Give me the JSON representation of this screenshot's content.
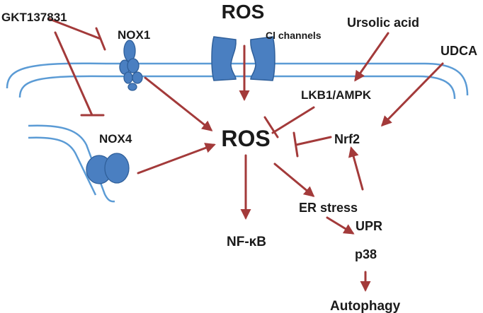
{
  "labels": {
    "ros_top": "ROS",
    "cl_channels": "Cl channels",
    "gkt": "GKT137831",
    "nox1": "NOX1",
    "nox4": "NOX4",
    "ursolic_acid": "Ursolic acid",
    "udca": "UDCA",
    "lkb1_ampk": "LKB1/AMPK",
    "ros_center": "ROS",
    "nrf2": "Nrf2",
    "er_stress": "ER stress",
    "upr": "UPR",
    "nfkb": "NF-κB",
    "p38": "p38",
    "autophagy": "Autophagy"
  },
  "colors": {
    "membrane": "#5b9bd5",
    "protein_fill": "#4a7fc1",
    "protein_stroke": "#2f5f9a",
    "arrow": "#a33a3a",
    "text": "#1a1a1a"
  },
  "icons": {
    "membrane": "cell-membrane",
    "channel": "chloride-channel-shape",
    "nox1": "nox1-enzyme-shape",
    "nox4": "nox4-enzyme-shape"
  }
}
